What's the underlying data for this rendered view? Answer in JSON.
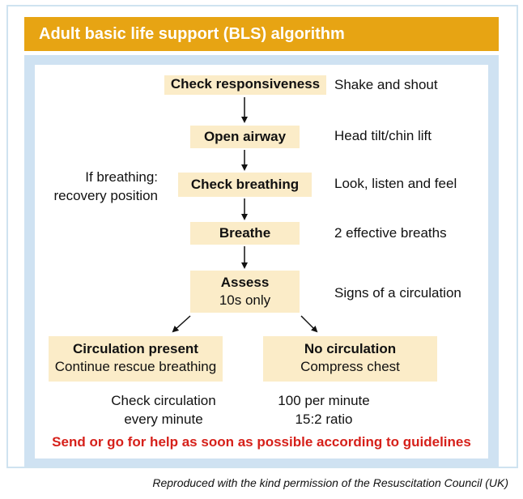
{
  "title": "Adult basic life support (BLS) algorithm",
  "steps": {
    "check_responsiveness": {
      "label": "Check responsiveness",
      "note": "Shake and shout"
    },
    "open_airway": {
      "label": "Open airway",
      "note": "Head tilt/chin lift"
    },
    "check_breathing": {
      "label": "Check breathing",
      "note": "Look, listen and feel",
      "side_note_1": "If breathing:",
      "side_note_2": "recovery position"
    },
    "breathe": {
      "label": "Breathe",
      "note": "2 effective breaths"
    },
    "assess": {
      "label": "Assess",
      "sub": "10s only",
      "note": "Signs of a circulation"
    }
  },
  "branches": {
    "present": {
      "label": "Circulation present",
      "sub": "Continue rescue breathing",
      "note_1": "Check circulation",
      "note_2": "every minute"
    },
    "absent": {
      "label": "No circulation",
      "sub": "Compress chest",
      "note_1": "100 per minute",
      "note_2": "15:2 ratio"
    }
  },
  "warning": "Send or go for help as soon as possible according to guidelines",
  "credit": "Reproduced with the kind permission of the Resuscitation Council (UK)",
  "colors": {
    "header": "#e7a413",
    "panel": "#cfe2f2",
    "box": "#fbecc8",
    "warning": "#d6201a"
  }
}
